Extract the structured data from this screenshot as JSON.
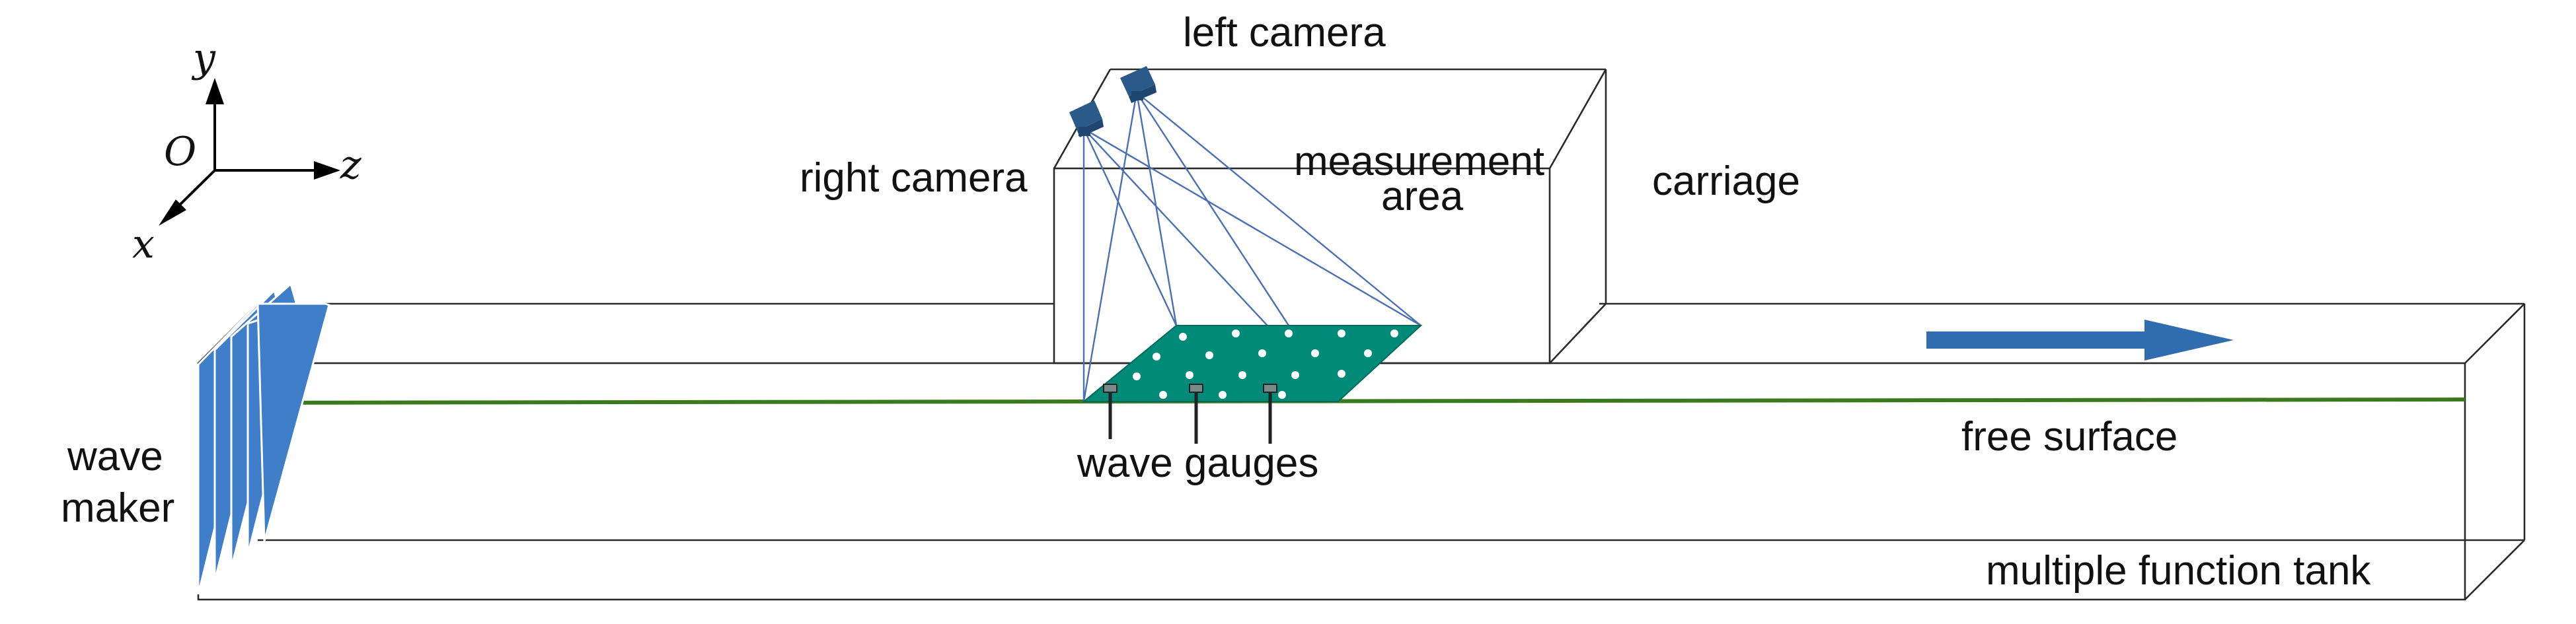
{
  "axes": {
    "y": "y",
    "origin": "O",
    "z": "z",
    "x": "x"
  },
  "labels": {
    "left_camera": "left camera",
    "right_camera": "right camera",
    "measurement_area": [
      "measurement",
      "area"
    ],
    "carriage": "carriage",
    "wave_maker": [
      "wave",
      "maker"
    ],
    "wave_gauges": "wave gauges",
    "free_surface": "free surface",
    "tank": "multiple function tank"
  },
  "colors": {
    "wave_maker": "#3f7ec8",
    "plate": "#008a78",
    "free_surface": "#3a7a1e",
    "arrow": "#2f6db0",
    "camera": "#2a5a8a",
    "ray": "#4a6fb5"
  }
}
